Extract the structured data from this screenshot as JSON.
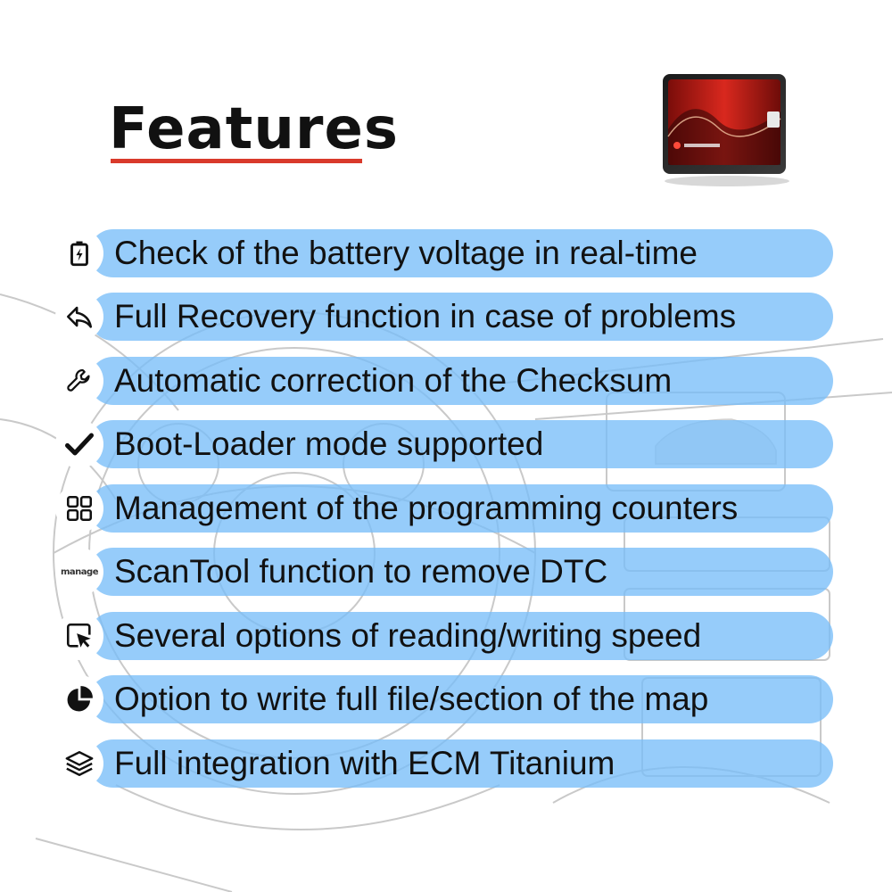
{
  "title": "Features",
  "colors": {
    "accent_red": "#d93a2b",
    "pill_blue": "#78bef8",
    "text": "#111111"
  },
  "device": {
    "image": "red-ecu-programmer-device"
  },
  "features": [
    {
      "icon": "battery-icon",
      "label": "Check of the battery voltage in real-time"
    },
    {
      "icon": "reply-arrow-icon",
      "label": "Full Recovery function in case of problems"
    },
    {
      "icon": "wrench-icon",
      "label": " Automatic correction of the Checksum"
    },
    {
      "icon": "checkmark-icon",
      "label": "Boot-Loader mode supported"
    },
    {
      "icon": "grid-icon",
      "label": "Management of the programming counters"
    },
    {
      "icon": "manage-icon",
      "label": "ScanTool function to remove DTC",
      "icon_text": "manage"
    },
    {
      "icon": "cursor-icon",
      "label": "Several options of reading/writing speed"
    },
    {
      "icon": "pie-chart-icon",
      "label": "Option to write full file/section of the map"
    },
    {
      "icon": "layers-icon",
      "label": "Full integration with ECM Titanium"
    }
  ]
}
